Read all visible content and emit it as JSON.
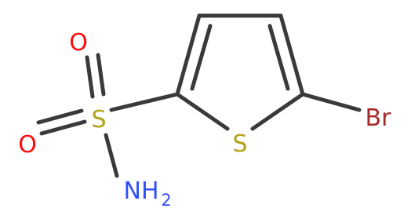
{
  "atoms": {
    "oxygen_top": "O",
    "oxygen_left": "O",
    "sulfur_sulfonyl": "S",
    "nitrogen": "NH",
    "nitrogen_subscript": "2",
    "sulfur_ring": "S",
    "bromine": "Br"
  },
  "colors": {
    "bond": "#3a3a3a",
    "oxygen": "#ff0d0d",
    "sulfur": "#b2a21b",
    "nitrogen": "#3050f8",
    "bromine": "#a62929"
  }
}
